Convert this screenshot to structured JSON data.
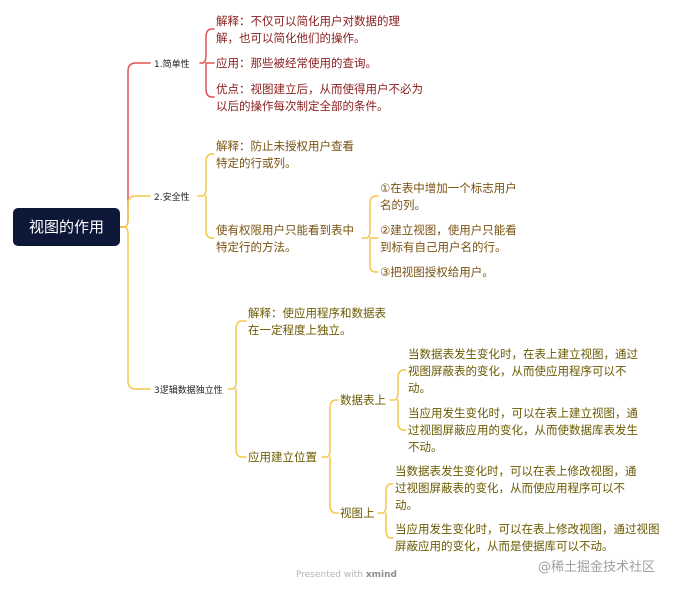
{
  "root": {
    "label": "视图的作用"
  },
  "branch1": {
    "label": "1.简单性",
    "explain": [
      "解释：不仅可以简化用户对数据的理",
      "解，也可以简化他们的操作。"
    ],
    "application": "应用：那些被经常使用的查询。",
    "advantage": [
      "优点：视图建立后，从而使得用户不必为",
      "以后的操作每次制定全部的条件。"
    ]
  },
  "branch2": {
    "label": "2.安全性",
    "explain": [
      "解释：防止未授权用户查看",
      "特定的行或列。"
    ],
    "permission": [
      "使有权限用户只能看到表中",
      "特定行的方法。"
    ],
    "steps": [
      [
        "①在表中增加一个标志用户",
        "名的列。"
      ],
      [
        "②建立视图，使用户只能看",
        "到标有自己用户名的行。"
      ],
      [
        "③把视图授权给用户。"
      ]
    ]
  },
  "branch3": {
    "label": "3逻辑数据独立性",
    "explain": [
      "解释：使应用程序和数据表",
      "在一定程度上独立。"
    ],
    "app_position": "应用建立位置",
    "on_table": {
      "label": "数据表上",
      "items": [
        [
          "当数据表发生变化时，在表上建立视图，通过",
          "视图屏蔽表的变化，从而使应用程序可以不",
          "动。"
        ],
        [
          "当应用发生变化时，可以在表上建立视图，通",
          "过视图屏蔽应用的变化，从而使数据库表发生",
          "不动。"
        ]
      ]
    },
    "on_view": {
      "label": "视图上",
      "items": [
        [
          "当数据表发生变化时，可以在表上修改视图，通",
          "过视图屏蔽表的变化，从而使应用程序可以不",
          "动。"
        ],
        [
          "当应用发生变化时，可以在表上修改视图，通过视图",
          "屏蔽应用的变化，从而是使据库可以不动。"
        ]
      ]
    }
  },
  "footer": {
    "presented": "Presented with",
    "brand": "xmind"
  },
  "watermark": "@稀土掘金技术社区",
  "colors": {
    "root_bg": "#0d1738",
    "branch1": "#e05353",
    "branch2": "#f2c84b",
    "branch3": "#f2c84b"
  }
}
